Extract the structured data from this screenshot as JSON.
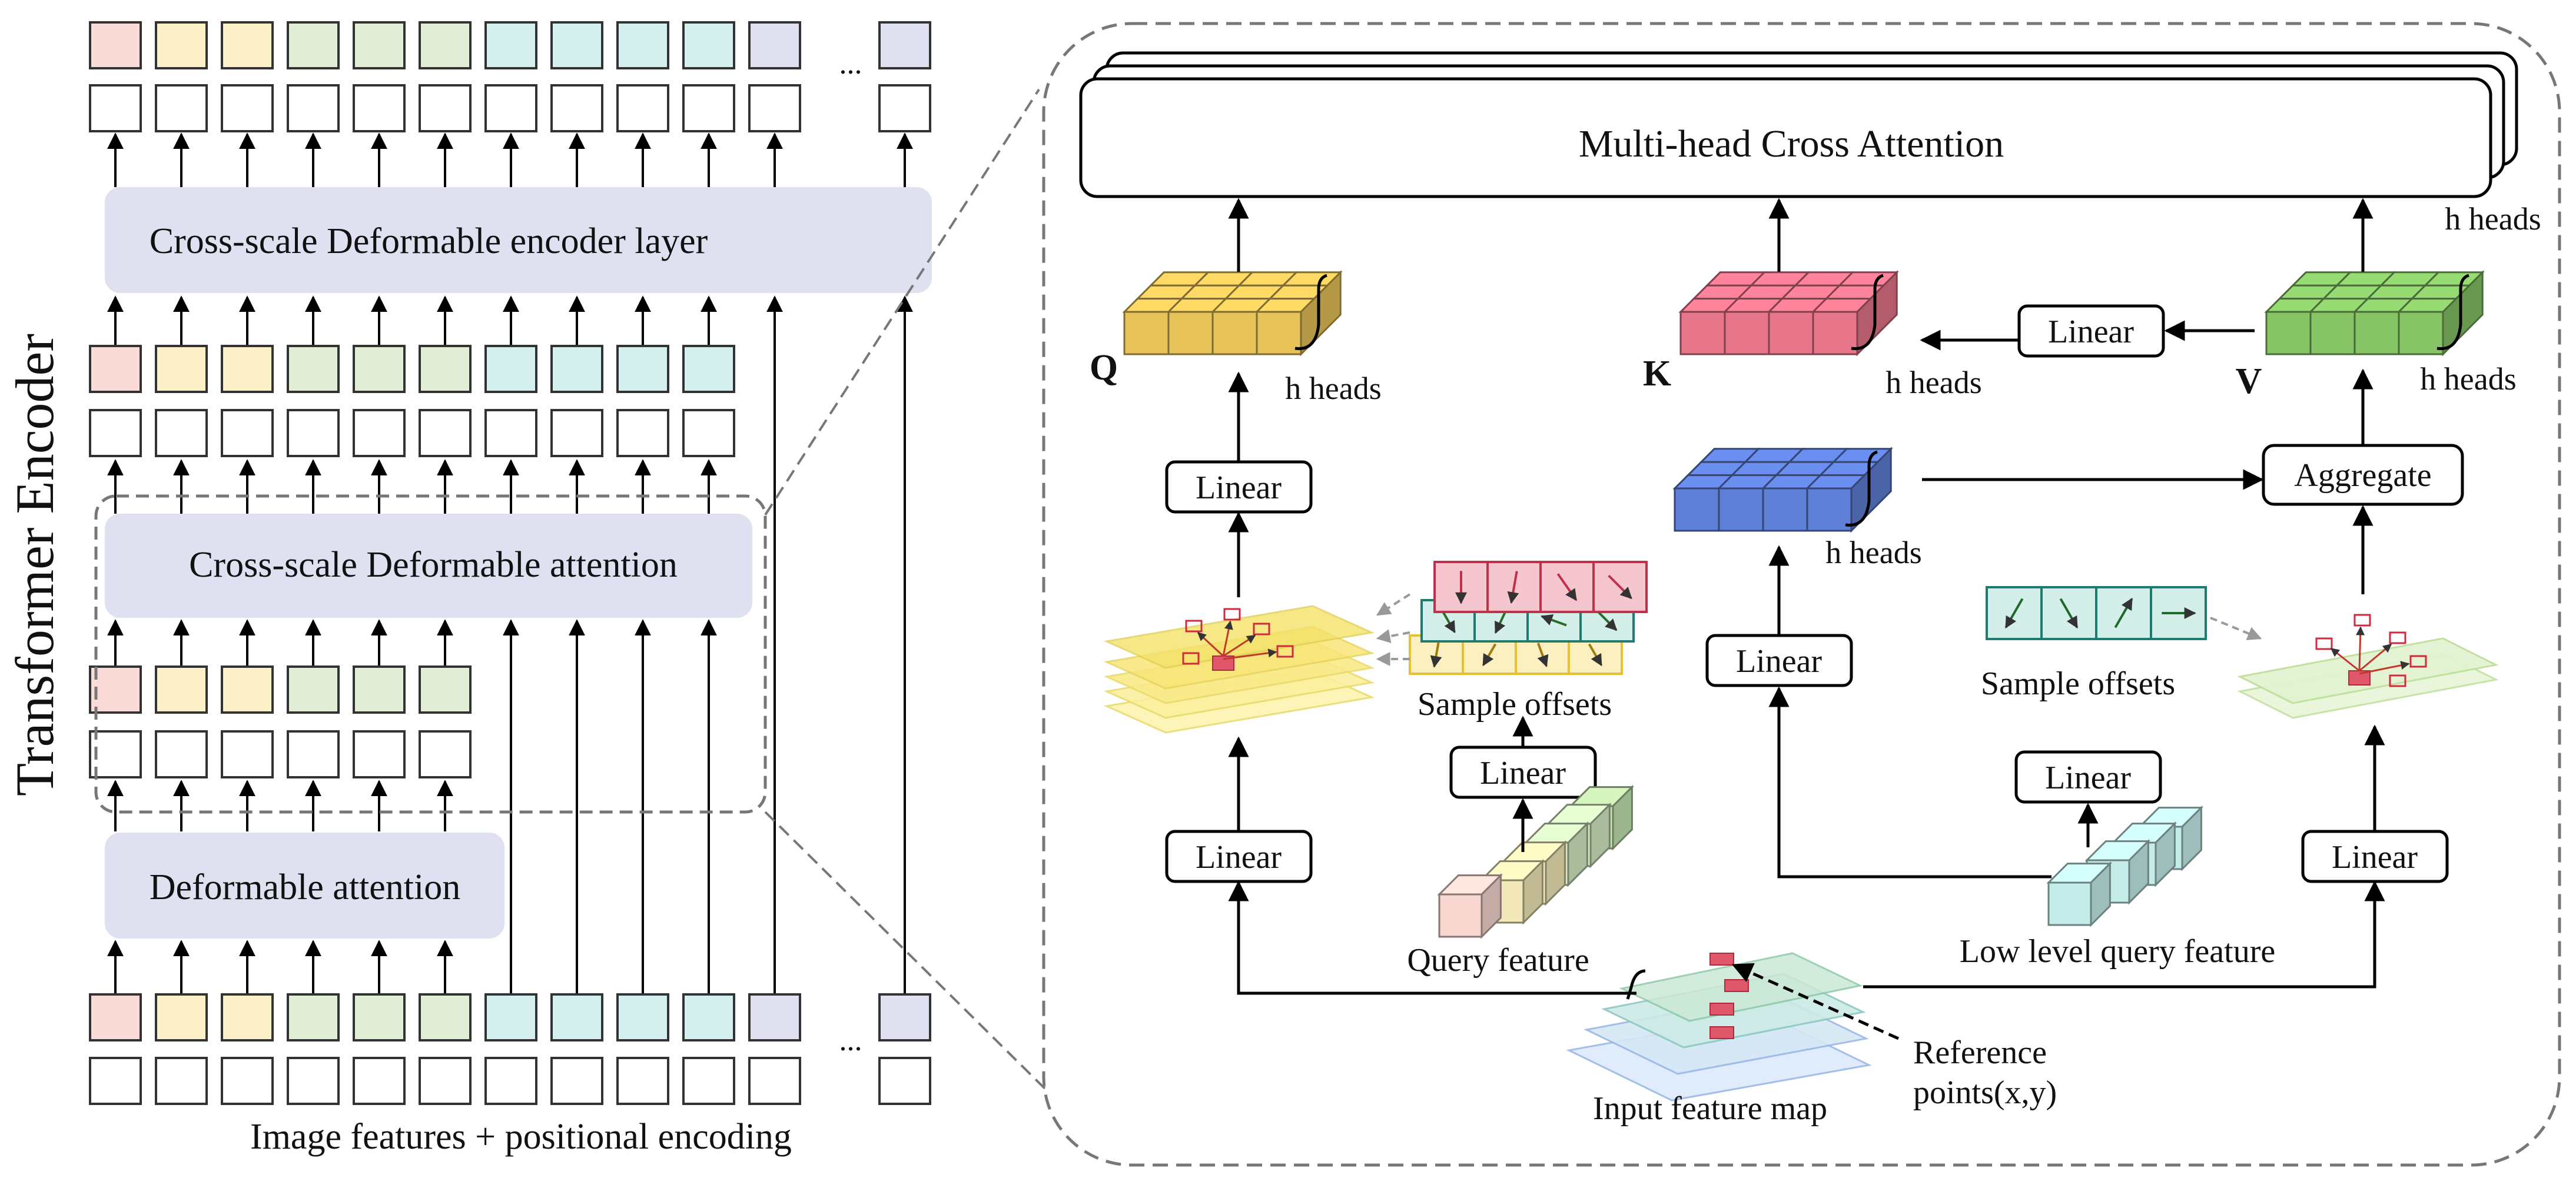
{
  "encoder": {
    "title": "Transformer Encoder",
    "layer_label": "Cross-scale Deformable encoder layer",
    "cross_attention_label": "Cross-scale Deformable attention",
    "deformable_label": "Deformable attention",
    "bottom_caption": "Image features + positional encoding",
    "ellipsis": "...",
    "token_colors": [
      "#fadbd8",
      "#fcf0c8",
      "#fcf0c8",
      "#e2efd6",
      "#e2efd6",
      "#e2efd6",
      "#d4f0ee",
      "#d4f0ee",
      "#d4f0ee",
      "#d4f0ee",
      "#dfe1f1"
    ],
    "box_fill": "#dfe1f1"
  },
  "detail": {
    "mhca_label": "Multi-head Cross Attention",
    "heads_label": "h heads",
    "q_label": "Q",
    "k_label": "K",
    "v_label": "V",
    "linear_label": "Linear",
    "aggregate_label": "Aggregate",
    "sample_offsets_label": "Sample offsets",
    "query_feature_label": "Query feature",
    "low_level_query_label": "Low level query feature",
    "input_feature_map_label": "Input feature map",
    "reference_points_label_1": "Reference",
    "reference_points_label_2": "points(x,y)",
    "colors": {
      "q": "#e8c35a",
      "k": "#e8768a",
      "v": "#86c466",
      "blue": "#5f80d6",
      "teal": "#b8ebe6",
      "red_point": "#e0566a"
    }
  }
}
